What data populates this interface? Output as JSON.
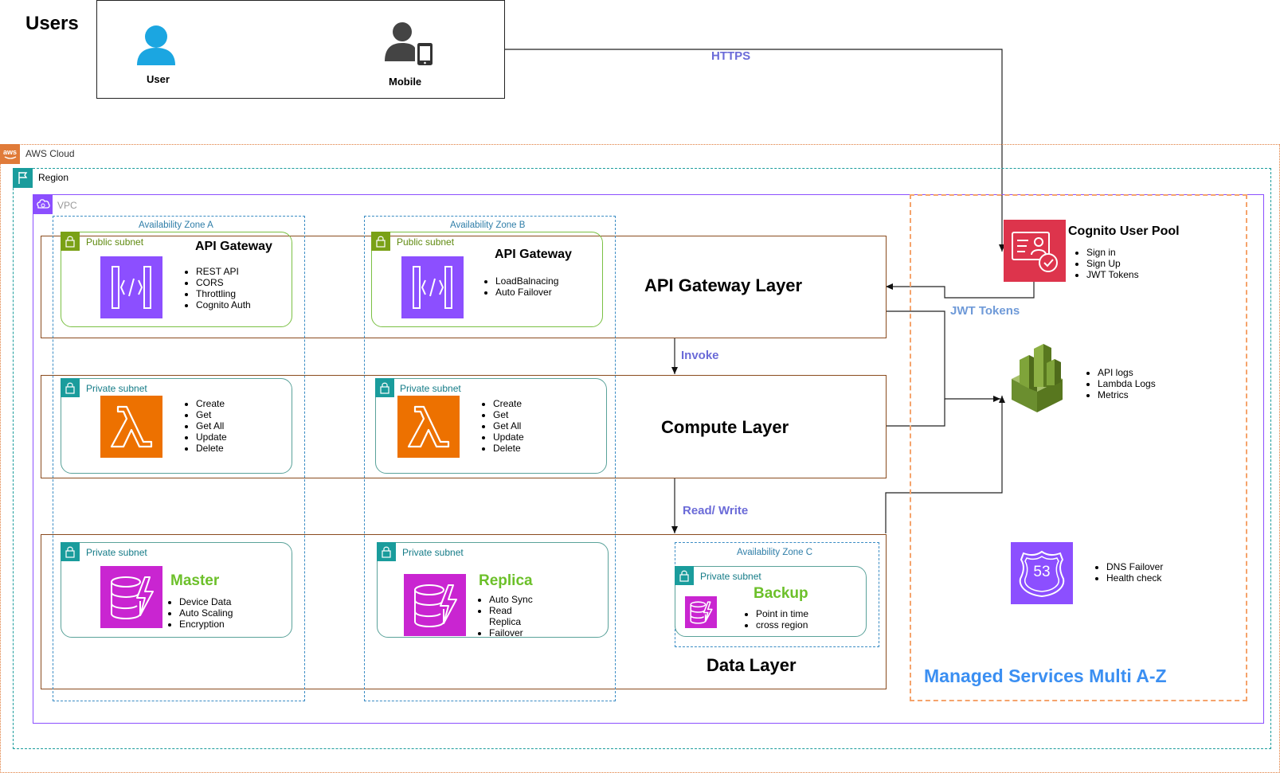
{
  "users": {
    "title": "Users",
    "user_label": "User",
    "mobile_label": "Mobile"
  },
  "cloud": {
    "aws_label": "AWS Cloud",
    "region_label": "Region",
    "vpc_label": "VPC"
  },
  "zones": {
    "a": "Availability Zone A",
    "b": "Availability Zone B",
    "c": "Availability Zone C"
  },
  "subnets": {
    "public": "Public subnet",
    "private": "Private subnet"
  },
  "layers": {
    "api": "API Gateway Layer",
    "compute": "Compute Layer",
    "data": "Data Layer"
  },
  "api_a": {
    "title": "API Gateway",
    "items": [
      "REST API",
      "CORS",
      "Throttling",
      "Cognito Auth"
    ]
  },
  "api_b": {
    "title": "API Gateway",
    "items": [
      "LoadBalnacing",
      "Auto Failover"
    ]
  },
  "lambda_a": {
    "items": [
      "Create",
      "Get",
      "Get All",
      "Update",
      "Delete"
    ]
  },
  "lambda_b": {
    "items": [
      "Create",
      "Get",
      "Get All",
      "Update",
      "Delete"
    ]
  },
  "master": {
    "title": "Master",
    "items": [
      "Device Data",
      "Auto Scaling",
      "Encryption"
    ]
  },
  "replica": {
    "title": "Replica",
    "items": [
      "Auto Sync",
      "Read Replica",
      "Failover"
    ]
  },
  "backup": {
    "title": "Backup",
    "items": [
      "Point in time",
      "cross region"
    ]
  },
  "cognito": {
    "title": "Cognito User Pool",
    "items": [
      "Sign in",
      "Sign Up",
      "JWT Tokens"
    ]
  },
  "cloudwatch": {
    "items": [
      "API logs",
      "Lambda Logs",
      "Metrics"
    ]
  },
  "route53": {
    "badge": "53",
    "items": [
      "DNS Failover",
      "Health check"
    ]
  },
  "managed": {
    "title": "Managed Services Multi A-Z"
  },
  "edges": {
    "https": "HTTPS",
    "jwt": "JWT Tokens",
    "invoke": "Invoke",
    "read_write": "Read/ Write"
  },
  "colors": {
    "api_gateway": "#8c4fff",
    "lambda": "#ed7100",
    "dynamodb": "#c925d1",
    "cognito": "#dd344c",
    "cloudwatch": "#6b8e2f",
    "route53": "#8c4fff",
    "user_icon": "#1ba6e1",
    "edge_label": "#6b6bd8",
    "managed_title": "#3b8ff2"
  }
}
